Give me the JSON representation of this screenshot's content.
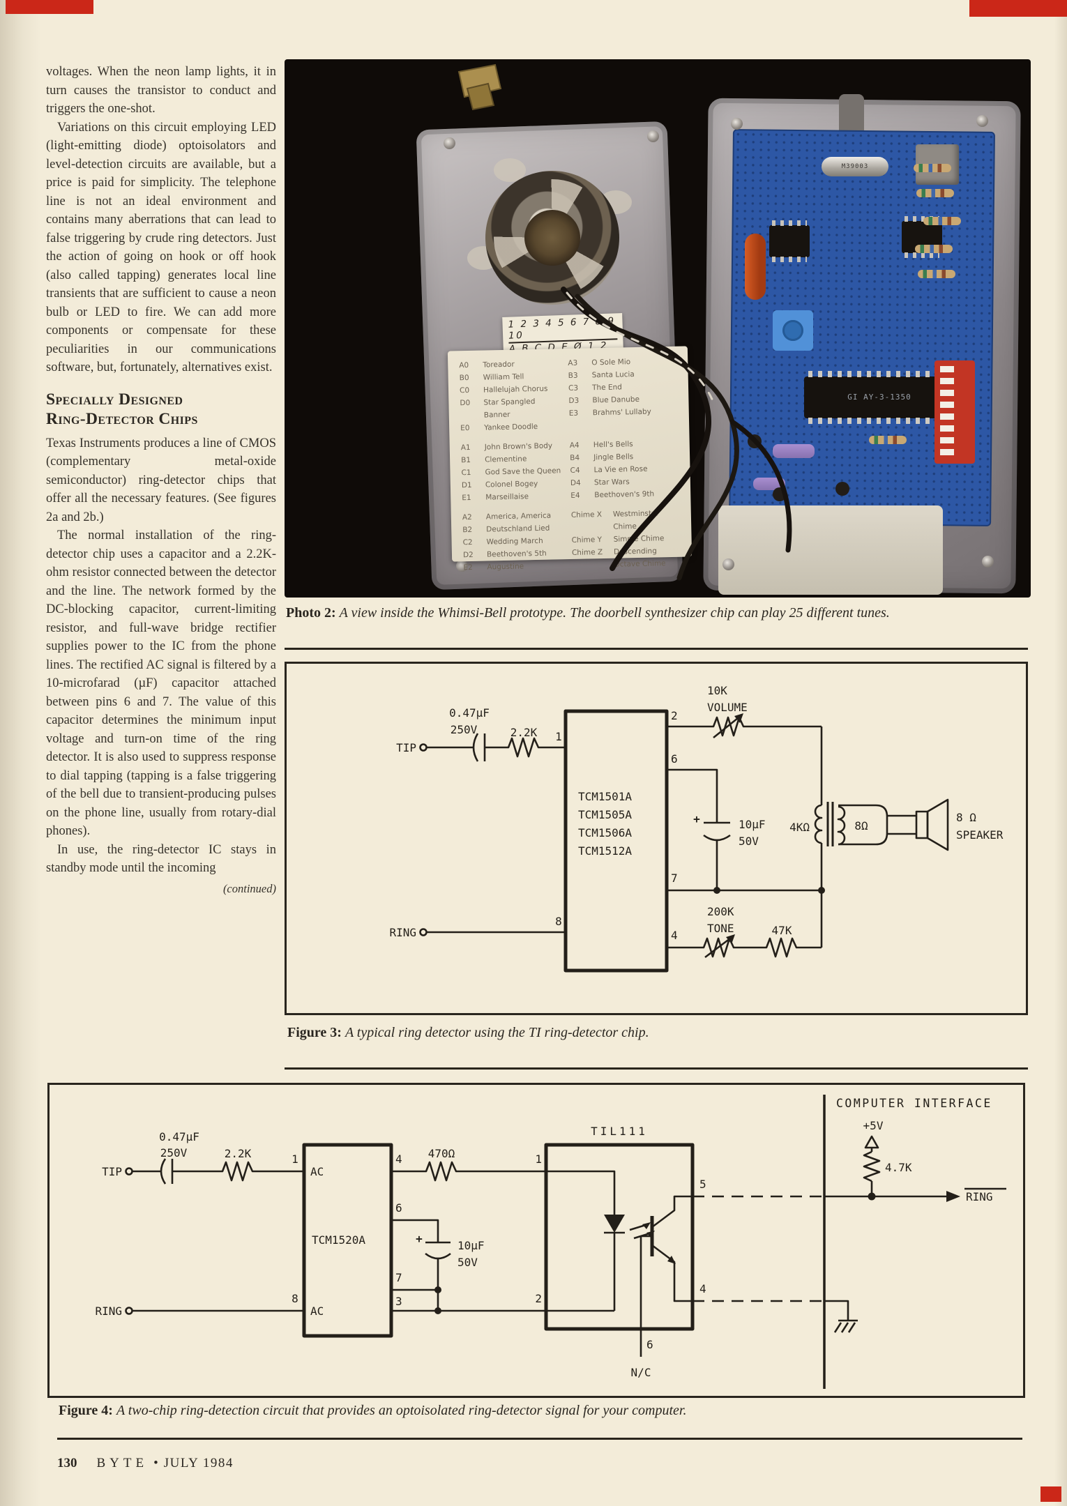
{
  "page": {
    "footer_page_number": "130",
    "footer_magazine": "BYTE",
    "footer_bullet": "•",
    "footer_issue": "JULY 1984"
  },
  "article": {
    "p1": "voltages. When the neon lamp lights, it in turn causes the transistor to conduct and triggers the one-shot.",
    "p2": "Variations on this circuit employing LED (light-emitting diode) optoisolators and level-detection circuits are available, but a price is paid for simplicity. The telephone line is not an ideal environment and contains many aberrations that can lead to false triggering by crude ring detectors. Just the action of going on hook or off hook (also called tapping) generates local line transients that are sufficient to cause a neon bulb or LED to fire. We can add more components or compensate for these peculiarities in our communications software, but, fortunately, alternatives exist.",
    "heading_line1": "Specially Designed",
    "heading_line2": "Ring-Detector Chips",
    "p3": "Texas Instruments produces a line of CMOS (complementary metal-oxide semiconductor) ring-detector chips that offer all the necessary features. (See figures 2a and 2b.)",
    "p4": "The normal installation of the ring-detector chip uses a capacitor and a 2.2K-ohm resistor connected between the detector and the line. The network formed by the DC-blocking capacitor, current-limiting resistor, and full-wave bridge rectifier supplies power to the IC from the phone lines. The rectified AC signal is filtered by a 10-microfarad (µF) capacitor attached between pins 6 and 7. The value of this capacitor determines the minimum input voltage and turn-on time of the ring detector. It is also used to suppress response to dial tapping (tapping is a false triggering of the bell due to transient-producing pulses on the phone line, usually from rotary-dial phones).",
    "p5": "In use, the ring-detector IC stays in standby mode until the incoming",
    "continued": "(continued)"
  },
  "photo": {
    "caption_label": "Photo 2:",
    "caption_text": "A view inside the Whimsi-Bell prototype. The doorbell synthesizer chip can play 25 different tunes.",
    "handwritten_line1": "1 2 3 4 5 6 7 8 9 10",
    "handwritten_line2": "A B C D E Ø 1 2 3 4",
    "cylinder_text": "M39003",
    "chip_text": "GI AY-3-1350",
    "tune_blocks": [
      {
        "items": [
          [
            "A0",
            "Toreador"
          ],
          [
            "B0",
            "William Tell"
          ],
          [
            "C0",
            "Hallelujah Chorus"
          ],
          [
            "D0",
            "Star Spangled Banner"
          ],
          [
            "E0",
            "Yankee Doodle"
          ]
        ]
      },
      {
        "items": [
          [
            "A3",
            "O Sole Mio"
          ],
          [
            "B3",
            "Santa Lucia"
          ],
          [
            "C3",
            "The End"
          ],
          [
            "D3",
            "Blue Danube"
          ],
          [
            "E3",
            "Brahms' Lullaby"
          ]
        ]
      },
      {
        "items": [
          [
            "A1",
            "John Brown's Body"
          ],
          [
            "B1",
            "Clementine"
          ],
          [
            "C1",
            "God Save the Queen"
          ],
          [
            "D1",
            "Colonel Bogey"
          ],
          [
            "E1",
            "Marseillaise"
          ]
        ]
      },
      {
        "items": [
          [
            "A4",
            "Hell's Bells"
          ],
          [
            "B4",
            "Jingle Bells"
          ],
          [
            "C4",
            "La Vie en Rose"
          ],
          [
            "D4",
            "Star Wars"
          ],
          [
            "E4",
            "Beethoven's 9th"
          ]
        ]
      },
      {
        "items": [
          [
            "A2",
            "America, America"
          ],
          [
            "B2",
            "Deutschland Lied"
          ],
          [
            "C2",
            "Wedding March"
          ],
          [
            "D2",
            "Beethoven's 5th"
          ],
          [
            "E2",
            "Augustine"
          ]
        ]
      },
      {
        "items": [
          [
            "Chime X",
            "Westminster Chime"
          ],
          [
            "Chime Y",
            "Simple Chime"
          ],
          [
            "Chime Z",
            "Descending"
          ],
          [
            "",
            "Octave Chime"
          ]
        ]
      }
    ]
  },
  "figure3": {
    "caption_label": "Figure 3:",
    "caption_text": "A typical ring detector using the TI ring-detector chip.",
    "tip": "TIP",
    "ring": "RING",
    "c1_value": "0.47µF",
    "c1_voltage": "250V",
    "r1": "2.2K",
    "pin1": "1",
    "pin2": "2",
    "pin6": "6",
    "pin7": "7",
    "pin4": "4",
    "pin8": "8",
    "chip_line1": "TCM1501A",
    "chip_line2": "TCM1505A",
    "chip_line3": "TCM1506A",
    "chip_line4": "TCM1512A",
    "volume_value": "10K",
    "volume_label": "VOLUME",
    "c2_plus": "+",
    "c2_value": "10µF",
    "c2_voltage": "50V",
    "xfmr_primary": "4KΩ",
    "xfmr_secondary": "8Ω",
    "tone_value": "200K",
    "tone_label": "TONE",
    "r2": "47K",
    "speaker_impedance": "8 Ω",
    "speaker_label": "SPEAKER"
  },
  "figure4": {
    "caption_label": "Figure 4:",
    "caption_text": "A two-chip ring-detection circuit that provides an optoisolated ring-detector signal for your computer.",
    "tip": "TIP",
    "ring_in": "RING",
    "c1_value": "0.47µF",
    "c1_voltage": "250V",
    "r1": "2.2K",
    "chip": "TCM1520A",
    "ac_top": "AC",
    "ac_bottom": "AC",
    "pin1": "1",
    "pin8": "8",
    "pin4": "4",
    "pin6": "6",
    "pin7": "7",
    "pin3": "3",
    "r2": "470Ω",
    "c2_plus": "+",
    "c2_value": "10µF",
    "c2_voltage": "50V",
    "opto": "TIL111",
    "opto_pin1": "1",
    "opto_pin2": "2",
    "opto_pin5": "5",
    "opto_pin4": "4",
    "opto_pin6": "6",
    "nc": "N/C",
    "interface_label": "COMPUTER INTERFACE",
    "v5": "+5V",
    "r3": "4.7K",
    "ring_out": "RING"
  }
}
